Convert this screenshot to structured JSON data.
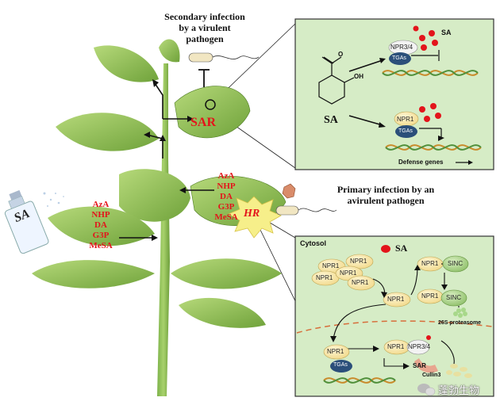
{
  "top_caption": [
    "Secondary infection",
    "by a virulent",
    "pathogen"
  ],
  "primary_caption": [
    "Primary infection by an",
    "avirulent pathogen"
  ],
  "sar_label": "SAR",
  "hr_label": "HR",
  "spray_label": "SA",
  "left_signals": [
    "AzA",
    "NHP",
    "DA",
    "G3P",
    "MeSA"
  ],
  "right_signals": [
    "AzA",
    "NHP",
    "DA",
    "G3P",
    "MeSA"
  ],
  "top_box": {
    "sa_label": "SA",
    "sa_top": "SA",
    "oh_label": "OH",
    "o_label": "O",
    "npr34": "NPR3/4",
    "tgas_a": "TGAs",
    "npr1": "NPR1",
    "tgas_b": "TGAs",
    "defense_genes": "Defense genes"
  },
  "bottom_box": {
    "cytosol": "Cytosol",
    "sa": "SA",
    "npr1_cluster": [
      "NPR1",
      "NPR1",
      "NPR1",
      "NPR1",
      "NPR1"
    ],
    "npr1_mid": "NPR1",
    "npr1_sinc_a": "NPR1",
    "sinc_a": "SINC",
    "npr1_sinc_b": "NPR1",
    "sinc_b": "SINC",
    "proteasome": "26S proteasome",
    "npr1_nuc": "NPR1",
    "tgas": "TGAs",
    "sar": "SAR",
    "npr1_ub": "NPR1",
    "npr34": "NPR3/4",
    "cullin": "Cullin3"
  },
  "watermark": "蓬勃生物",
  "colors": {
    "red": "#e3141b",
    "leaf": "#8fbf4a",
    "box_bg": "#d6ecc6",
    "box_border": "#3b3b3b"
  }
}
